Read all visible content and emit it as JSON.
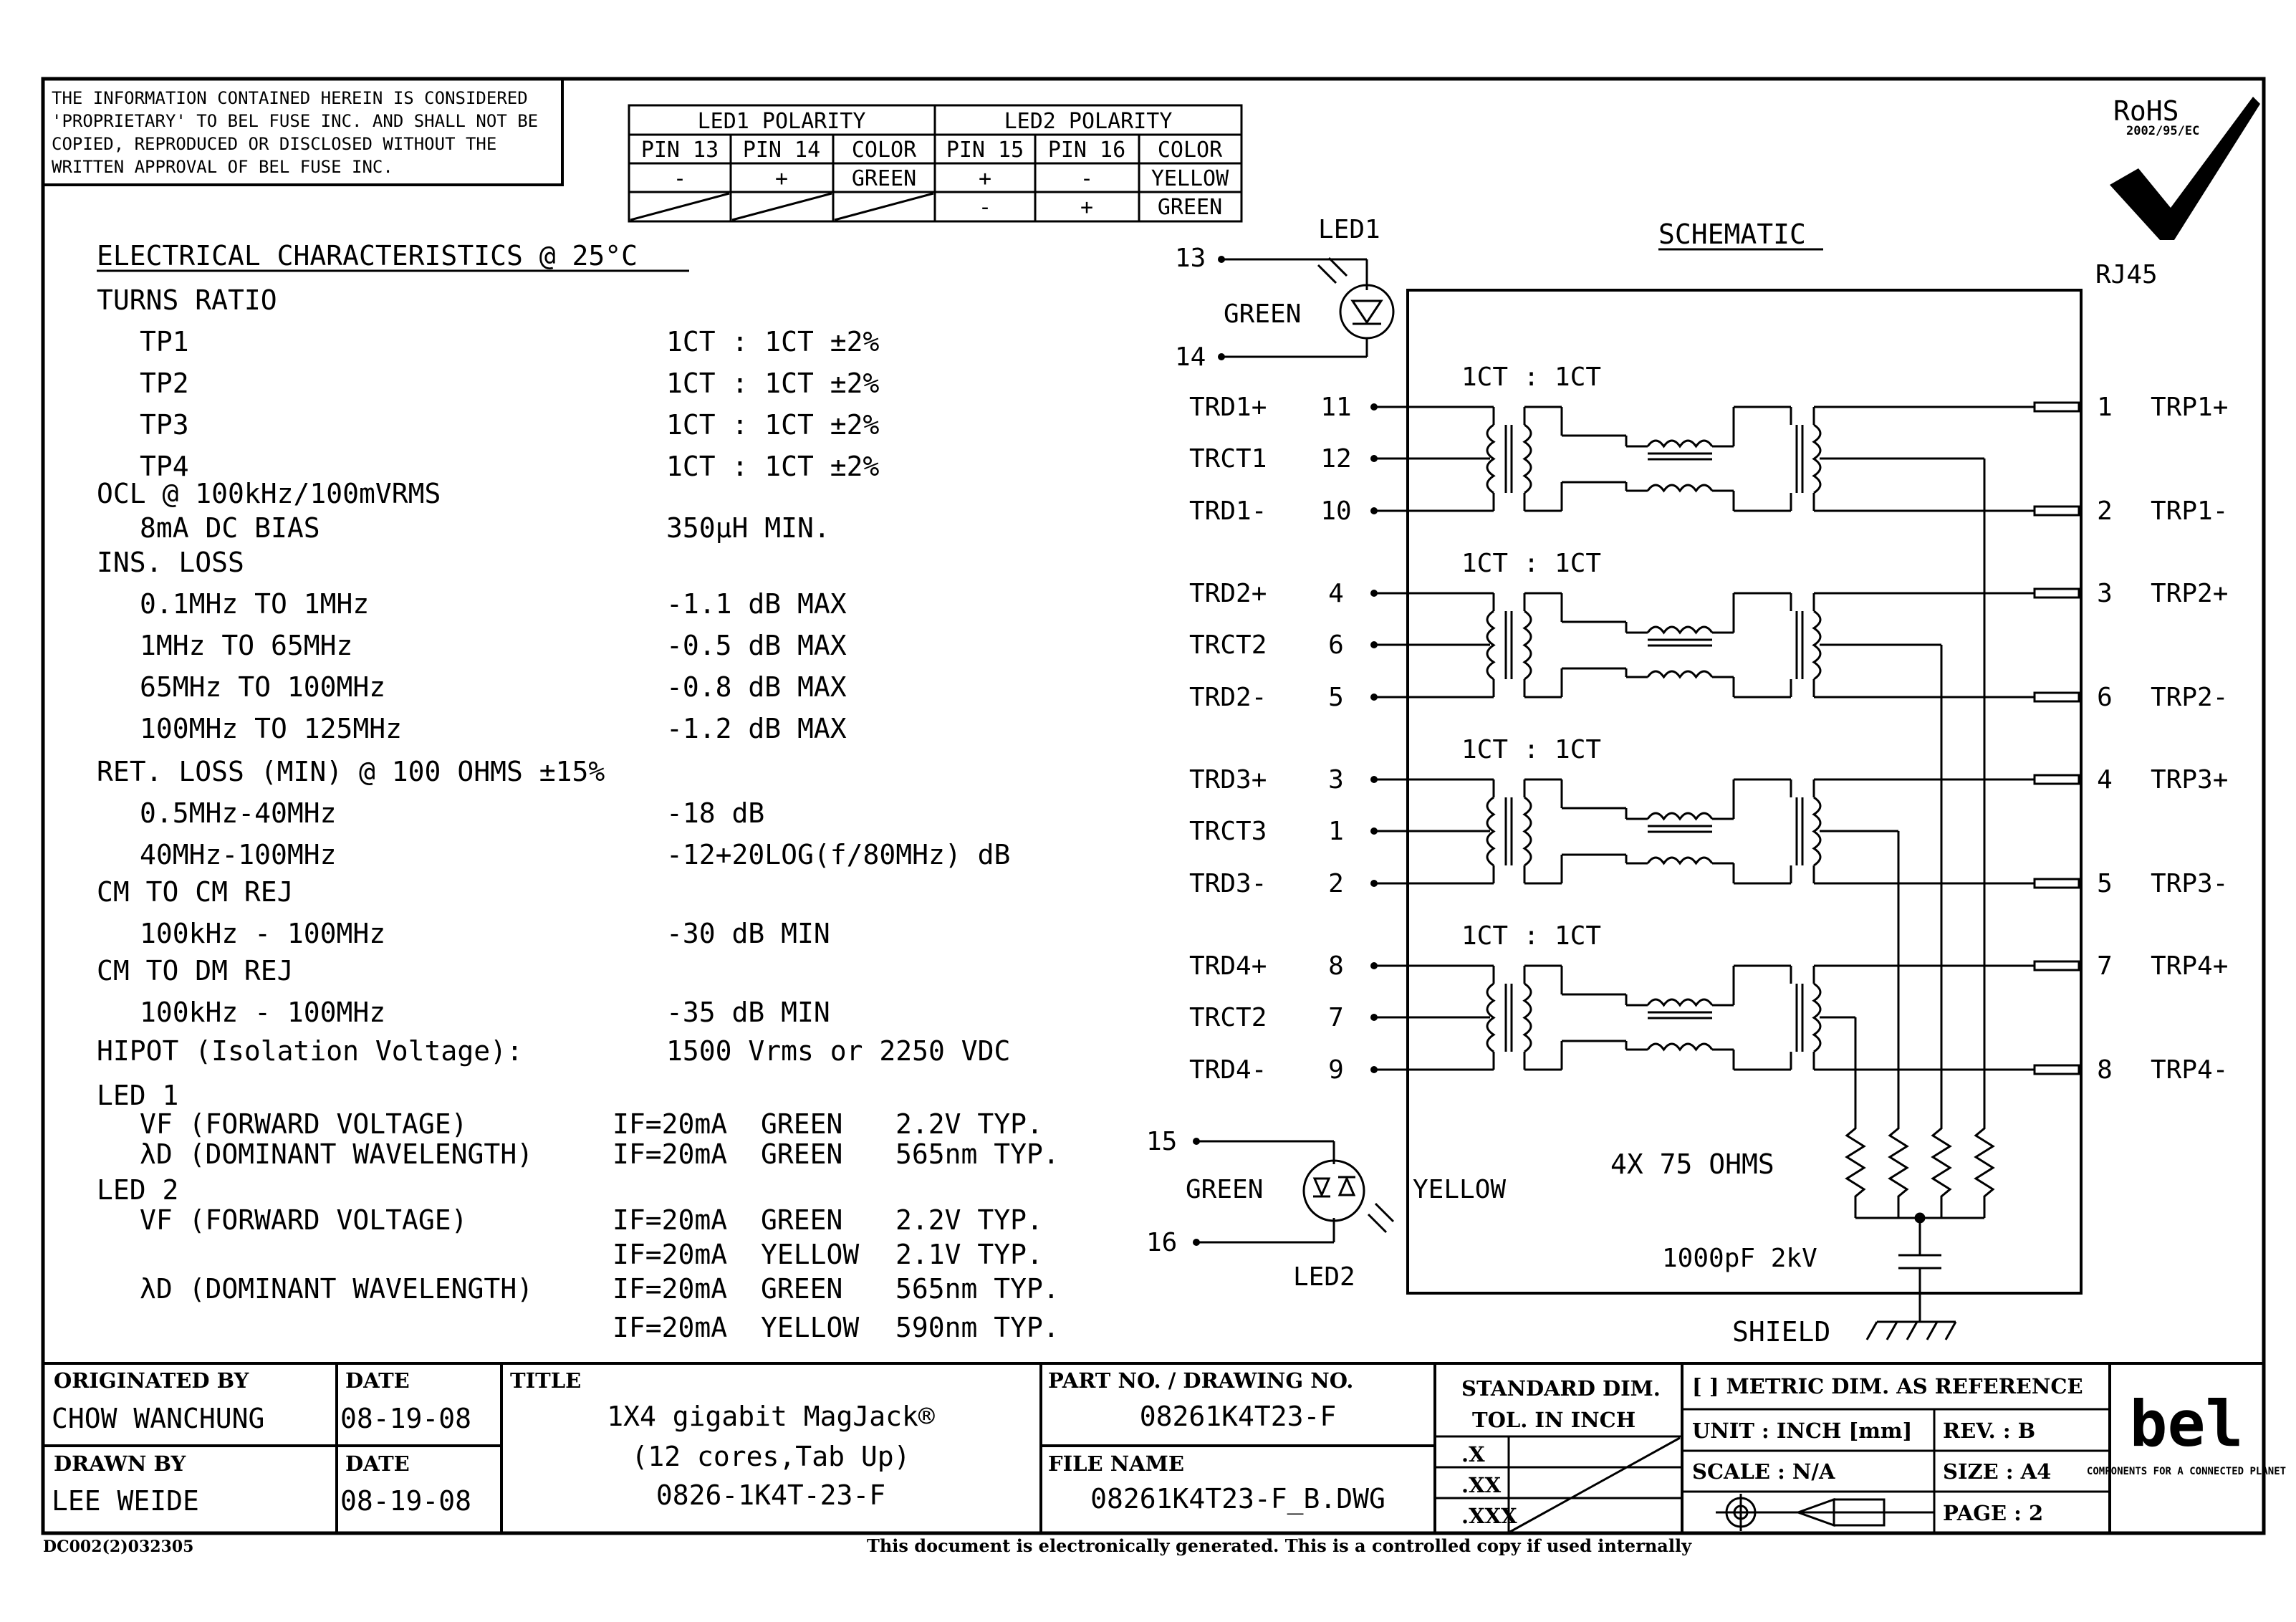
{
  "notice": {
    "lines": [
      "THE INFORMATION CONTAINED HEREIN IS CONSIDERED",
      "'PROPRIETARY' TO BEL FUSE INC. AND SHALL NOT BE",
      "COPIED, REPRODUCED OR DISCLOSED WITHOUT THE",
      "WRITTEN APPROVAL OF BEL FUSE INC."
    ]
  },
  "led_polarity": {
    "led1_title": "LED1 POLARITY",
    "led2_title": "LED2 POLARITY",
    "headers": [
      "PIN 13",
      "PIN 14",
      "COLOR",
      "PIN 15",
      "PIN 16",
      "COLOR"
    ],
    "row1": [
      "-",
      "+",
      "GREEN",
      "+",
      "-",
      "YELLOW"
    ],
    "row2": [
      "",
      "",
      "",
      "-",
      "+",
      "GREEN"
    ]
  },
  "rohs": {
    "title": "RoHS",
    "sub": "2002/95/EC"
  },
  "electrical": {
    "title": "ELECTRICAL CHARACTERISTICS @ 25°C",
    "turns_ratio": "TURNS RATIO",
    "tp": [
      {
        "label": "TP1",
        "value": "1CT : 1CT ±2%"
      },
      {
        "label": "TP2",
        "value": "1CT : 1CT ±2%"
      },
      {
        "label": "TP3",
        "value": "1CT : 1CT ±2%"
      },
      {
        "label": "TP4",
        "value": "1CT : 1CT ±2%"
      }
    ],
    "ocl": "OCL @ 100kHz/100mVRMS",
    "ocl_bias": "8mA DC BIAS",
    "ocl_value": "350μH MIN.",
    "ins_loss": "INS. LOSS",
    "ins_rows": [
      {
        "label": "0.1MHz TO 1MHz",
        "value": "-1.1 dB MAX"
      },
      {
        "label": "1MHz TO 65MHz",
        "value": "-0.5 dB MAX"
      },
      {
        "label": "65MHz TO 100MHz",
        "value": "-0.8 dB MAX"
      },
      {
        "label": "100MHz TO 125MHz",
        "value": "-1.2 dB MAX"
      }
    ],
    "ret_loss": "RET. LOSS (MIN) @ 100 OHMS ±15%",
    "ret_rows": [
      {
        "label": "0.5MHz-40MHz",
        "value": "-18 dB"
      },
      {
        "label": "40MHz-100MHz",
        "value": "-12+20LOG(f/80MHz) dB"
      }
    ],
    "cm_cm": "CM TO CM REJ",
    "cm_cm_row": {
      "label": "100kHz - 100MHz",
      "value": "-30 dB MIN"
    },
    "cm_dm": "CM TO DM REJ",
    "cm_dm_row": {
      "label": "100kHz - 100MHz",
      "value": "-35 dB MIN"
    },
    "hipot": {
      "label": "HIPOT (Isolation Voltage):",
      "value": "1500 Vrms or 2250 VDC"
    },
    "led1": "LED 1",
    "led1_rows": [
      {
        "label": "VF (FORWARD VOLTAGE)",
        "cond": "IF=20mA",
        "color": "GREEN",
        "value": "2.2V TYP."
      },
      {
        "label": "λD (DOMINANT WAVELENGTH)",
        "cond": "IF=20mA",
        "color": "GREEN",
        "value": "565nm TYP."
      }
    ],
    "led2": "LED 2",
    "led2_rows": [
      {
        "label": "VF (FORWARD VOLTAGE)",
        "cond": "IF=20mA",
        "color": "GREEN",
        "value": "2.2V TYP."
      },
      {
        "label": "",
        "cond": "IF=20mA",
        "color": "YELLOW",
        "value": "2.1V TYP."
      },
      {
        "label": "λD (DOMINANT WAVELENGTH)",
        "cond": "IF=20mA",
        "color": "GREEN",
        "value": "565nm TYP."
      },
      {
        "label": "",
        "cond": "IF=20mA",
        "color": "YELLOW",
        "value": "590nm TYP."
      }
    ]
  },
  "schematic": {
    "title": "SCHEMATIC",
    "rj45": "RJ45",
    "led1": {
      "label": "LED1",
      "color": "GREEN",
      "pin_a": "13",
      "pin_b": "14"
    },
    "led2": {
      "label": "LED2",
      "color_left": "GREEN",
      "color_right": "YELLOW",
      "pin_a": "15",
      "pin_b": "16"
    },
    "ratio_label": "1CT : 1CT",
    "channels": [
      {
        "left": [
          [
            "TRD1+",
            "11"
          ],
          [
            "TRCT1",
            "12"
          ],
          [
            "TRD1-",
            "10"
          ]
        ],
        "right": [
          [
            "1",
            "TRP1+"
          ],
          [
            "2",
            "TRP1-"
          ]
        ]
      },
      {
        "left": [
          [
            "TRD2+",
            "4"
          ],
          [
            "TRCT2",
            "6"
          ],
          [
            "TRD2-",
            "5"
          ]
        ],
        "right": [
          [
            "3",
            "TRP2+"
          ],
          [
            "6",
            "TRP2-"
          ]
        ]
      },
      {
        "left": [
          [
            "TRD3+",
            "3"
          ],
          [
            "TRCT3",
            "1"
          ],
          [
            "TRD3-",
            "2"
          ]
        ],
        "right": [
          [
            "4",
            "TRP3+"
          ],
          [
            "5",
            "TRP3-"
          ]
        ]
      },
      {
        "left": [
          [
            "TRD4+",
            "8"
          ],
          [
            "TRCT2",
            "7"
          ],
          [
            "TRD4-",
            "9"
          ]
        ],
        "right": [
          [
            "7",
            "TRP4+"
          ],
          [
            "8",
            "TRP4-"
          ]
        ]
      }
    ],
    "resistors": "4X 75 OHMS",
    "capacitor": "1000pF 2kV",
    "shield": "SHIELD"
  },
  "title_block": {
    "originated_by_label": "ORIGINATED BY",
    "originated_by": "CHOW WANCHUNG",
    "date_label": "DATE",
    "originated_date": "08-19-08",
    "drawn_by_label": "DRAWN BY",
    "drawn_by": "LEE WEIDE",
    "drawn_date": "08-19-08",
    "title_label": "TITLE",
    "title_line1": "1X4 gigabit MagJack®",
    "title_line2": "(12 cores,Tab Up)",
    "title_line3": "0826-1K4T-23-F",
    "part_label": "PART NO. / DRAWING NO.",
    "part_no": "08261K4T23-F",
    "file_label": "FILE NAME",
    "file_name": "08261K4T23-F_B.DWG",
    "std_dim": "STANDARD DIM.",
    "tol": "TOL. IN INCH",
    "tol_rows": [
      ".X",
      ".XX",
      ".XXX"
    ],
    "metric": "[ ] METRIC DIM. AS REFERENCE",
    "unit": "UNIT : INCH [mm]",
    "rev": "REV. :   B",
    "scale": "SCALE :    N/A",
    "size": "SIZE :   A4",
    "page": "PAGE :   2",
    "logo": "bel",
    "logo_sub": "COMPONENTS FOR A CONNECTED PLANET"
  },
  "footer": {
    "doc_code": "DC002(2)032305",
    "note": "This document is electronically generated. This is a controlled copy if used internally"
  }
}
